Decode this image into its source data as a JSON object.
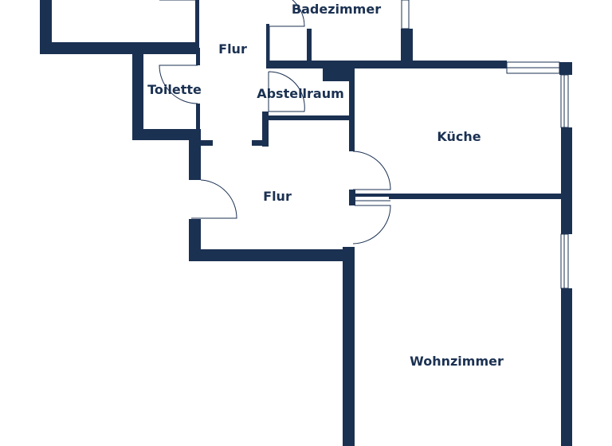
{
  "colors": {
    "wall": "#1b3152",
    "background": "#ffffff"
  },
  "rooms": [
    {
      "id": "badezimmer",
      "label": "Badezimmer"
    },
    {
      "id": "flur-top",
      "label": "Flur"
    },
    {
      "id": "toilette",
      "label": "Toilette"
    },
    {
      "id": "abstellraum",
      "label": "Abstellraum"
    },
    {
      "id": "kueche",
      "label": "Küche"
    },
    {
      "id": "flur-main",
      "label": "Flur"
    },
    {
      "id": "wohnzimmer",
      "label": "Wohnzimmer"
    }
  ]
}
